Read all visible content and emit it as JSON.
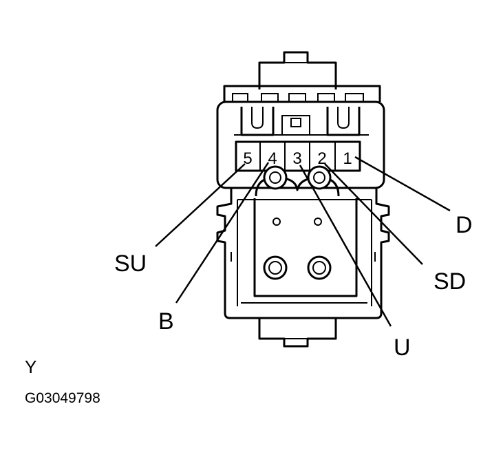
{
  "pins": [
    "5",
    "4",
    "3",
    "2",
    "1"
  ],
  "terminals": {
    "su": "SU",
    "b": "B",
    "u": "U",
    "sd": "SD",
    "d": "D"
  },
  "view_label": "Y",
  "figure_code": "G03049798"
}
